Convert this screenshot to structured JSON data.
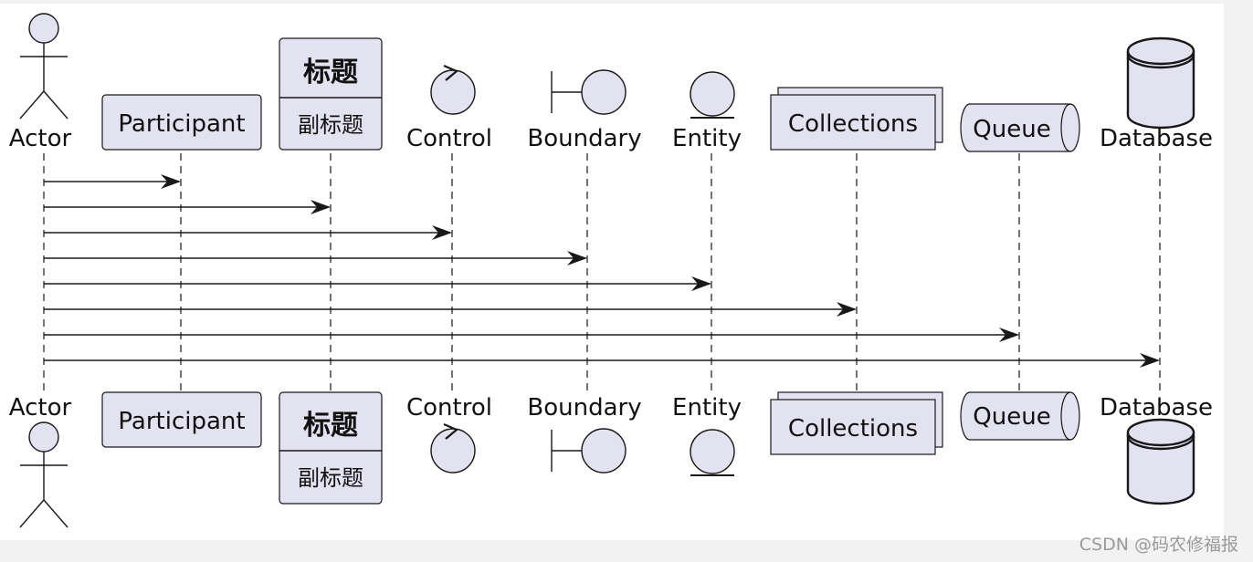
{
  "diagram": {
    "type": "sequence",
    "participants": [
      {
        "id": "actor",
        "kind": "actor",
        "label": "Actor"
      },
      {
        "id": "participant",
        "kind": "participant",
        "label": "Participant"
      },
      {
        "id": "titled",
        "kind": "participant-titled",
        "title": "标题",
        "subtitle": "副标题"
      },
      {
        "id": "control",
        "kind": "control",
        "label": "Control"
      },
      {
        "id": "boundary",
        "kind": "boundary",
        "label": "Boundary"
      },
      {
        "id": "entity",
        "kind": "entity",
        "label": "Entity"
      },
      {
        "id": "collections",
        "kind": "collections",
        "label": "Collections"
      },
      {
        "id": "queue",
        "kind": "queue",
        "label": "Queue"
      },
      {
        "id": "database",
        "kind": "database",
        "label": "Database"
      }
    ],
    "messages": [
      {
        "from": "actor",
        "to": "participant"
      },
      {
        "from": "actor",
        "to": "titled"
      },
      {
        "from": "actor",
        "to": "control"
      },
      {
        "from": "actor",
        "to": "boundary"
      },
      {
        "from": "actor",
        "to": "entity"
      },
      {
        "from": "actor",
        "to": "collections"
      },
      {
        "from": "actor",
        "to": "queue"
      },
      {
        "from": "actor",
        "to": "database"
      }
    ],
    "colors": {
      "fill": "#e2e2f0",
      "stroke": "#181818",
      "lifeline": "#181818",
      "background": "#ffffff"
    }
  },
  "watermark": "CSDN @码农修福报"
}
